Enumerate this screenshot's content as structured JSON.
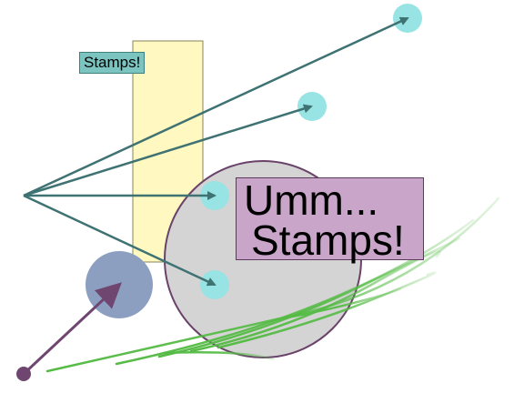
{
  "labels": {
    "small": "Stamps!",
    "big_line1": "Umm...",
    "big_line2": "Stamps!"
  },
  "colors": {
    "yellow_rect_fill": "#fff8c0",
    "yellow_rect_stroke": "#8a8457",
    "big_circle_fill": "#d4d4d4",
    "big_circle_stroke": "#6a426a",
    "blue_circle_fill": "#8c9fc1",
    "teal_dot": "#98e3e3",
    "teal_arrow": "#3f7272",
    "purple_arrow": "#6f4670",
    "grass": "#55bb45",
    "small_label_bg": "#7cc4c0",
    "big_label_bg": "#c9a6c9"
  }
}
